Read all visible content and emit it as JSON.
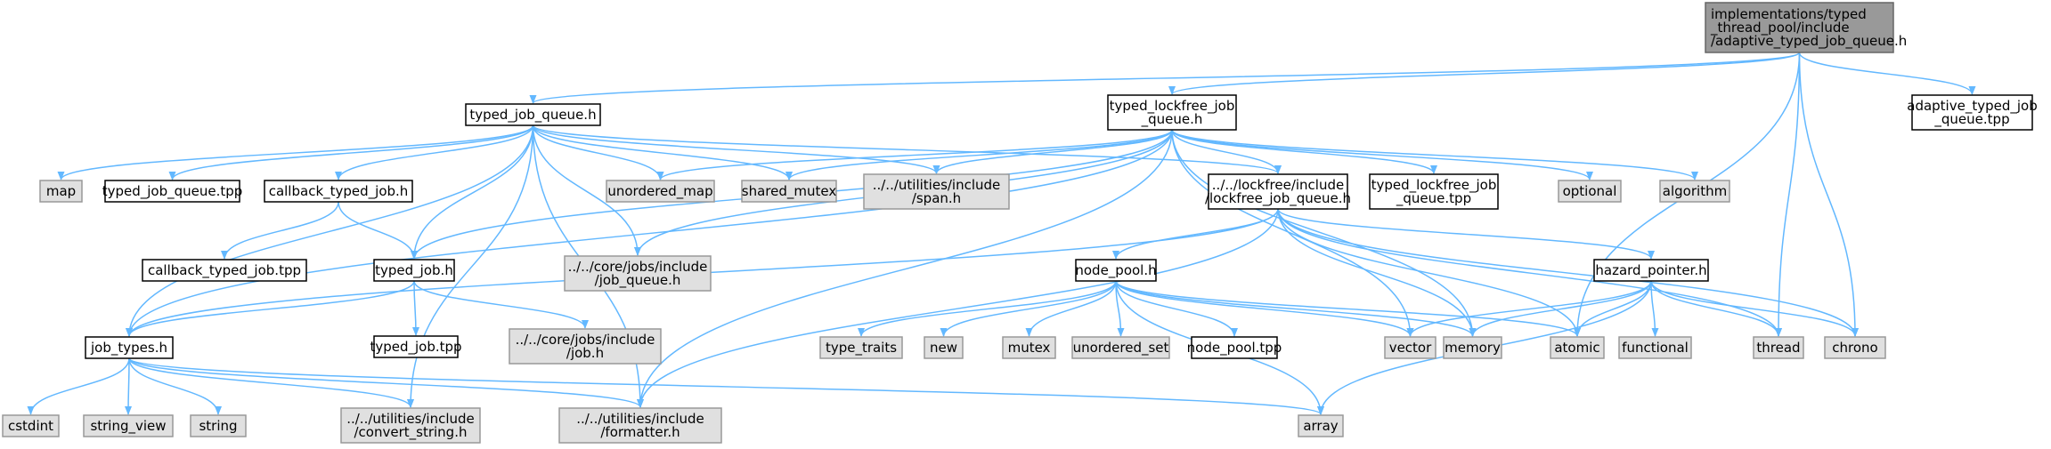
{
  "colors": {
    "edge": "#63b8ff",
    "root_fill": "#999999",
    "root_stroke": "#666666",
    "header_fill": "#ffffff",
    "header_stroke": "#000000",
    "system_fill": "#e0e0e0",
    "system_stroke": "#999999"
  },
  "nodes": [
    {
      "id": "root",
      "kind": "root",
      "lines": [
        "implementations/typed",
        "_thread_pool/include",
        "/adaptive_typed_job_queue.h"
      ]
    },
    {
      "id": "tjq",
      "kind": "header",
      "lines": [
        "typed_job_queue.h"
      ]
    },
    {
      "id": "tlfjq",
      "kind": "header",
      "lines": [
        "typed_lockfree_job",
        "_queue.h"
      ]
    },
    {
      "id": "atjq_tpp",
      "kind": "header",
      "lines": [
        "adaptive_typed_job",
        "_queue.tpp"
      ]
    },
    {
      "id": "map",
      "kind": "system",
      "lines": [
        "map"
      ]
    },
    {
      "id": "tjq_tpp",
      "kind": "header",
      "lines": [
        "typed_job_queue.tpp"
      ]
    },
    {
      "id": "ctj",
      "kind": "header",
      "lines": [
        "callback_typed_job.h"
      ]
    },
    {
      "id": "ctj_tpp",
      "kind": "header",
      "lines": [
        "callback_typed_job.tpp"
      ]
    },
    {
      "id": "tj",
      "kind": "header",
      "lines": [
        "typed_job.h"
      ]
    },
    {
      "id": "tj_tpp",
      "kind": "header",
      "lines": [
        "typed_job.tpp"
      ]
    },
    {
      "id": "core_job",
      "kind": "system",
      "lines": [
        "../../core/jobs/include",
        "/job.h"
      ]
    },
    {
      "id": "jt",
      "kind": "header",
      "lines": [
        "job_types.h"
      ]
    },
    {
      "id": "cstdint",
      "kind": "system",
      "lines": [
        "cstdint"
      ]
    },
    {
      "id": "string_view",
      "kind": "system",
      "lines": [
        "string_view"
      ]
    },
    {
      "id": "string",
      "kind": "system",
      "lines": [
        "string"
      ]
    },
    {
      "id": "conv",
      "kind": "system",
      "lines": [
        "../../utilities/include",
        "/convert_string.h"
      ]
    },
    {
      "id": "fmt",
      "kind": "system",
      "lines": [
        "../../utilities/include",
        "/formatter.h"
      ]
    },
    {
      "id": "umap",
      "kind": "system",
      "lines": [
        "unordered_map"
      ]
    },
    {
      "id": "smutex",
      "kind": "system",
      "lines": [
        "shared_mutex"
      ]
    },
    {
      "id": "span",
      "kind": "system",
      "lines": [
        "../../utilities/include",
        "/span.h"
      ]
    },
    {
      "id": "core_jq",
      "kind": "system",
      "lines": [
        "../../core/jobs/include",
        "/job_queue.h"
      ]
    },
    {
      "id": "lfjq",
      "kind": "header",
      "lines": [
        "../../lockfree/include",
        "/lockfree_job_queue.h"
      ]
    },
    {
      "id": "tlfjq_tpp",
      "kind": "header",
      "lines": [
        "typed_lockfree_job",
        "_queue.tpp"
      ]
    },
    {
      "id": "optional",
      "kind": "system",
      "lines": [
        "optional"
      ]
    },
    {
      "id": "algorithm",
      "kind": "system",
      "lines": [
        "algorithm"
      ]
    },
    {
      "id": "np",
      "kind": "header",
      "lines": [
        "node_pool.h"
      ]
    },
    {
      "id": "hp",
      "kind": "header",
      "lines": [
        "hazard_pointer.h"
      ]
    },
    {
      "id": "type_traits",
      "kind": "system",
      "lines": [
        "type_traits"
      ]
    },
    {
      "id": "new",
      "kind": "system",
      "lines": [
        "new"
      ]
    },
    {
      "id": "mutex",
      "kind": "system",
      "lines": [
        "mutex"
      ]
    },
    {
      "id": "uset",
      "kind": "system",
      "lines": [
        "unordered_set"
      ]
    },
    {
      "id": "np_tpp",
      "kind": "header",
      "lines": [
        "node_pool.tpp"
      ]
    },
    {
      "id": "vector",
      "kind": "system",
      "lines": [
        "vector"
      ]
    },
    {
      "id": "memory",
      "kind": "system",
      "lines": [
        "memory"
      ]
    },
    {
      "id": "atomic",
      "kind": "system",
      "lines": [
        "atomic"
      ]
    },
    {
      "id": "functional",
      "kind": "system",
      "lines": [
        "functional"
      ]
    },
    {
      "id": "thread",
      "kind": "system",
      "lines": [
        "thread"
      ]
    },
    {
      "id": "chrono",
      "kind": "system",
      "lines": [
        "chrono"
      ]
    },
    {
      "id": "array",
      "kind": "system",
      "lines": [
        "array"
      ]
    }
  ],
  "edges": [
    [
      "root",
      "tjq"
    ],
    [
      "root",
      "tlfjq"
    ],
    [
      "root",
      "atjq_tpp"
    ],
    [
      "root",
      "atomic"
    ],
    [
      "root",
      "thread"
    ],
    [
      "root",
      "chrono"
    ],
    [
      "tjq",
      "map"
    ],
    [
      "tjq",
      "tjq_tpp"
    ],
    [
      "tjq",
      "ctj"
    ],
    [
      "tjq",
      "tj"
    ],
    [
      "tjq",
      "jt"
    ],
    [
      "tjq",
      "umap"
    ],
    [
      "tjq",
      "smutex"
    ],
    [
      "tjq",
      "span"
    ],
    [
      "tjq",
      "core_jq"
    ],
    [
      "tjq",
      "lfjq"
    ],
    [
      "tjq",
      "conv"
    ],
    [
      "tjq",
      "fmt"
    ],
    [
      "ctj",
      "ctj_tpp"
    ],
    [
      "ctj",
      "tj"
    ],
    [
      "tj",
      "jt"
    ],
    [
      "tj",
      "core_job"
    ],
    [
      "tj",
      "tj_tpp"
    ],
    [
      "jt",
      "cstdint"
    ],
    [
      "jt",
      "string_view"
    ],
    [
      "jt",
      "string"
    ],
    [
      "jt",
      "conv"
    ],
    [
      "jt",
      "fmt"
    ],
    [
      "jt",
      "array"
    ],
    [
      "tlfjq",
      "umap"
    ],
    [
      "tlfjq",
      "smutex"
    ],
    [
      "tlfjq",
      "span"
    ],
    [
      "tlfjq",
      "lfjq"
    ],
    [
      "tlfjq",
      "tlfjq_tpp"
    ],
    [
      "tlfjq",
      "optional"
    ],
    [
      "tlfjq",
      "algorithm"
    ],
    [
      "tlfjq",
      "tj"
    ],
    [
      "tlfjq",
      "core_jq"
    ],
    [
      "tlfjq",
      "jt"
    ],
    [
      "tlfjq",
      "fmt"
    ],
    [
      "tlfjq",
      "vector"
    ],
    [
      "tlfjq",
      "memory"
    ],
    [
      "lfjq",
      "np"
    ],
    [
      "lfjq",
      "hp"
    ],
    [
      "lfjq",
      "memory"
    ],
    [
      "lfjq",
      "atomic"
    ],
    [
      "lfjq",
      "thread"
    ],
    [
      "lfjq",
      "chrono"
    ],
    [
      "lfjq",
      "jt"
    ],
    [
      "lfjq",
      "fmt"
    ],
    [
      "np",
      "type_traits"
    ],
    [
      "np",
      "new"
    ],
    [
      "np",
      "mutex"
    ],
    [
      "np",
      "uset"
    ],
    [
      "np",
      "np_tpp"
    ],
    [
      "np",
      "vector"
    ],
    [
      "np",
      "memory"
    ],
    [
      "np",
      "atomic"
    ],
    [
      "np",
      "array"
    ],
    [
      "hp",
      "vector"
    ],
    [
      "hp",
      "memory"
    ],
    [
      "hp",
      "atomic"
    ],
    [
      "hp",
      "functional"
    ],
    [
      "hp",
      "thread"
    ],
    [
      "hp",
      "chrono"
    ],
    [
      "hp",
      "array"
    ]
  ]
}
